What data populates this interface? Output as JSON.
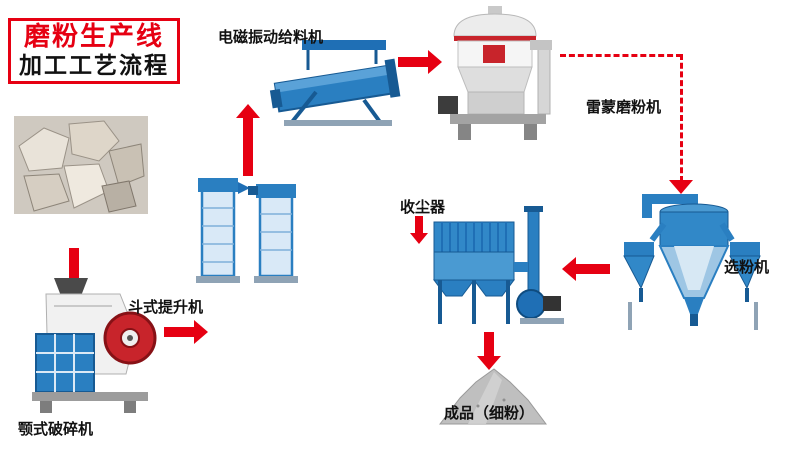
{
  "title": {
    "line1": "磨粉生产线",
    "line2": "加工工艺流程"
  },
  "nodes": {
    "raw_material": {
      "label": ""
    },
    "crusher": {
      "label": "颚式破碎机"
    },
    "elevator": {
      "label": "斗式提升机"
    },
    "feeder": {
      "label": "电磁振动给料机"
    },
    "mill": {
      "label": "雷蒙磨粉机"
    },
    "classifier": {
      "label": "选粉机"
    },
    "dust_collector": {
      "label": "收尘器"
    },
    "product": {
      "label": "成品（细粉）"
    }
  },
  "edges": [
    {
      "from": "raw_material",
      "to": "crusher",
      "style": "solid"
    },
    {
      "from": "crusher",
      "to": "elevator",
      "style": "solid"
    },
    {
      "from": "elevator",
      "to": "feeder",
      "style": "solid"
    },
    {
      "from": "feeder",
      "to": "mill",
      "style": "solid"
    },
    {
      "from": "mill",
      "to": "classifier",
      "style": "dashed"
    },
    {
      "from": "classifier",
      "to": "dust_collector",
      "style": "solid"
    },
    {
      "from": "dust_collector",
      "to": "product",
      "style": "solid"
    }
  ],
  "colors": {
    "arrow_red": "#e60012",
    "title_red": "#e60012",
    "machine_blue": "#2a7fc1",
    "steel_gray": "#d9d9d9"
  }
}
